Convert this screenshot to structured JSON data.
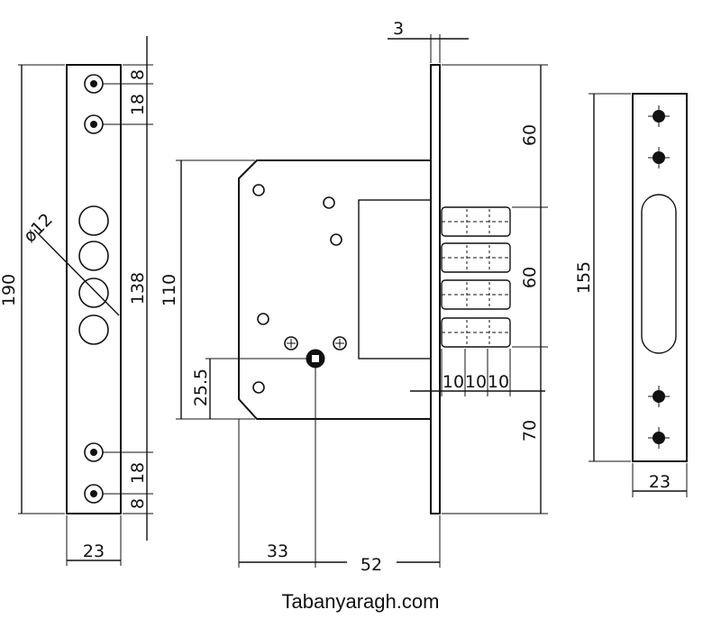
{
  "caption": "Tabanyaragh.com",
  "dimensions": {
    "faceplate_height": "190",
    "faceplate_top_offset": "8",
    "faceplate_screw_spacing_top": "18",
    "faceplate_bolt_span": "138",
    "faceplate_screw_spacing_bottom": "18",
    "faceplate_bottom_offset": "8",
    "faceplate_width": "23",
    "bolt_diameter": "ø12",
    "plate_thickness": "3",
    "case_height": "110",
    "spindle_offset": "25.5",
    "backset": "33",
    "case_depth": "52",
    "top_to_bolts": "60",
    "bolt_group": "60",
    "bottom_to_bolts": "70",
    "bolt_throw_1": "10",
    "bolt_throw_2": "10",
    "bolt_throw_3": "10",
    "strike_height": "155",
    "strike_width": "23"
  }
}
